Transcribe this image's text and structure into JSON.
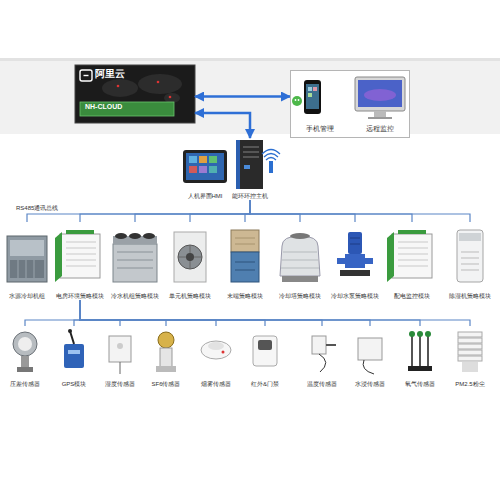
{
  "diagram": {
    "nodes": [
      {
        "text": [
          "阿里云",
          "NH-CLOUD"
        ]
      },
      {
        "text": [
          "手机管理",
          "远程监控"
        ]
      },
      {
        "text": [
          "人机界面HMI"
        ]
      },
      {
        "text": [
          "能环环控主机"
        ]
      },
      {
        "text": [
          "水源冷却机组"
        ]
      },
      {
        "text": [
          "电房环境策略模块"
        ]
      },
      {
        "text": [
          "冷水机组策略模块"
        ]
      },
      {
        "text": [
          "单元机策略模块"
        ]
      },
      {
        "text": [
          "末端策略模块"
        ]
      },
      {
        "text": [
          "冷却塔策略模块"
        ]
      },
      {
        "text": [
          "冷却水泵策略模块"
        ]
      },
      {
        "text": [
          "配电监控模块"
        ]
      },
      {
        "text": [
          "除湿机策略模块"
        ]
      },
      {
        "text": [
          "压差传感器"
        ]
      },
      {
        "text": [
          "GPS模块"
        ]
      },
      {
        "text": [
          "湿度传感器"
        ]
      },
      {
        "text": [
          "SF6传感器"
        ]
      },
      {
        "text": [
          "烟雾传感器"
        ]
      },
      {
        "text": [
          "红外&门禁"
        ]
      },
      {
        "text": [
          "温度传感器"
        ]
      },
      {
        "text": [
          "水浸传感器"
        ]
      },
      {
        "text": [
          "氧气传感器"
        ]
      },
      {
        "text": [
          "PM2.5粉尘"
        ]
      }
    ],
    "edges": [
      {
        "from": 0,
        "to": 1,
        "arrow": "both"
      },
      {
        "from": 0,
        "to": 3,
        "arrow": "both"
      },
      {
        "from": 3,
        "to": 4,
        "arrow": "none"
      },
      {
        "from": 3,
        "to": 5,
        "arrow": "none"
      },
      {
        "from": 3,
        "to": 6,
        "arrow": "none"
      },
      {
        "from": 3,
        "to": 7,
        "arrow": "none"
      },
      {
        "from": 3,
        "to": 8,
        "arrow": "none"
      },
      {
        "from": 3,
        "to": 9,
        "arrow": "none"
      },
      {
        "from": 3,
        "to": 10,
        "arrow": "none"
      },
      {
        "from": 3,
        "to": 11,
        "arrow": "none"
      },
      {
        "from": 3,
        "to": 12,
        "arrow": "none"
      },
      {
        "from": 5,
        "to": 13,
        "arrow": "none"
      },
      {
        "from": 5,
        "to": 14,
        "arrow": "none"
      },
      {
        "from": 5,
        "to": 15,
        "arrow": "none"
      },
      {
        "from": 5,
        "to": 16,
        "arrow": "none"
      },
      {
        "from": 5,
        "to": 17,
        "arrow": "none"
      },
      {
        "from": 5,
        "to": 18,
        "arrow": "none"
      },
      {
        "from": 5,
        "to": 19,
        "arrow": "none"
      },
      {
        "from": 5,
        "to": 20,
        "arrow": "none"
      },
      {
        "from": 5,
        "to": 21,
        "arrow": "none"
      },
      {
        "from": 5,
        "to": 22,
        "arrow": "none"
      }
    ],
    "labels": [
      "RS485通讯总线"
    ]
  }
}
